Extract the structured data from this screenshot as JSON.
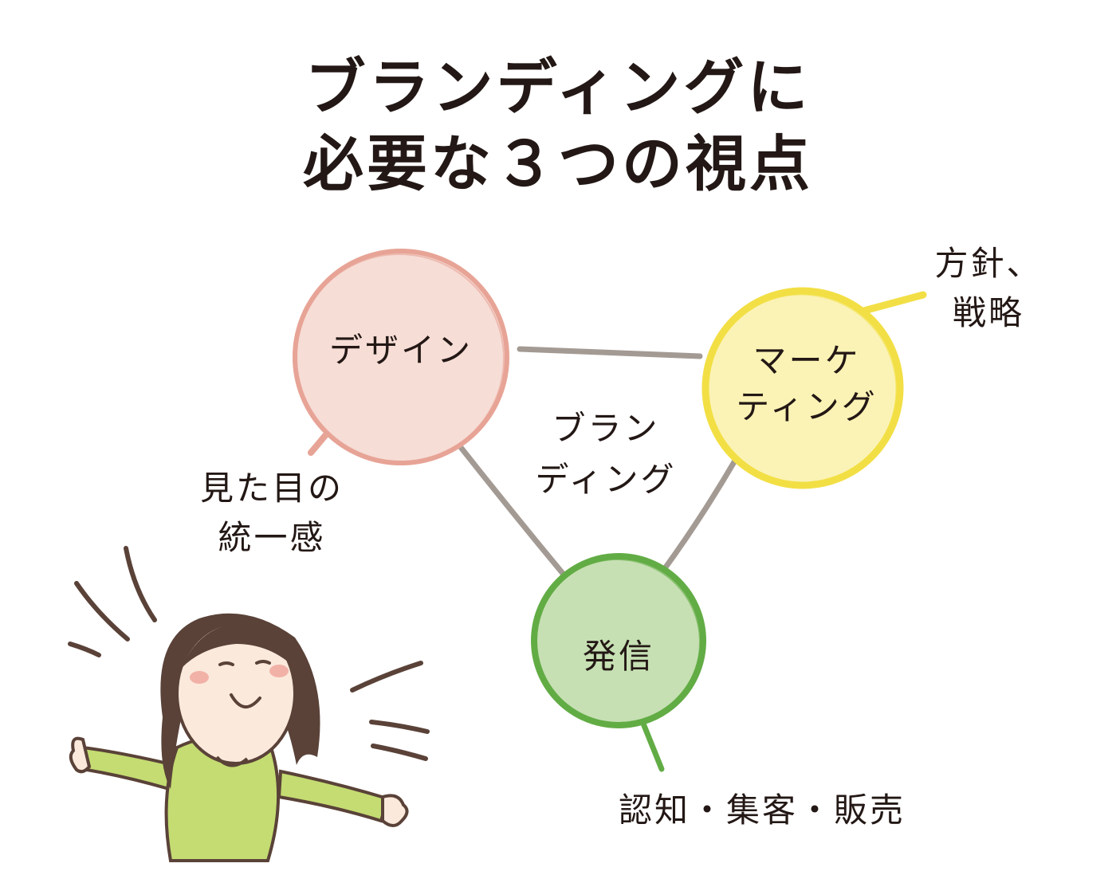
{
  "title": {
    "line1": "ブランディングに",
    "line2": "必要な３つの視点"
  },
  "nodes": {
    "design": {
      "label": "デザイン",
      "color": "#e7a496",
      "fill": "#f6ddd6"
    },
    "marketing": {
      "label_line1": "マーケ",
      "label_line2": "ティング",
      "color": "#f2df45",
      "fill": "#fbf3b5"
    },
    "outreach": {
      "label": "発信",
      "color": "#62ac45",
      "fill": "#c6e0b3"
    }
  },
  "center_label": {
    "line1": "ブラン",
    "line2": "ディング"
  },
  "notes": {
    "design": {
      "line1": "見た目の",
      "line2": "統一感"
    },
    "marketing": {
      "line1": "方針、",
      "line2": "戦略"
    },
    "outreach": {
      "text": "認知・集客・販売"
    }
  },
  "colors": {
    "connector": "#a39a93",
    "hair": "#5a4238",
    "shirt": "#c4dc72",
    "skin": "#fbe9dc",
    "cheek": "#f0a39a"
  }
}
